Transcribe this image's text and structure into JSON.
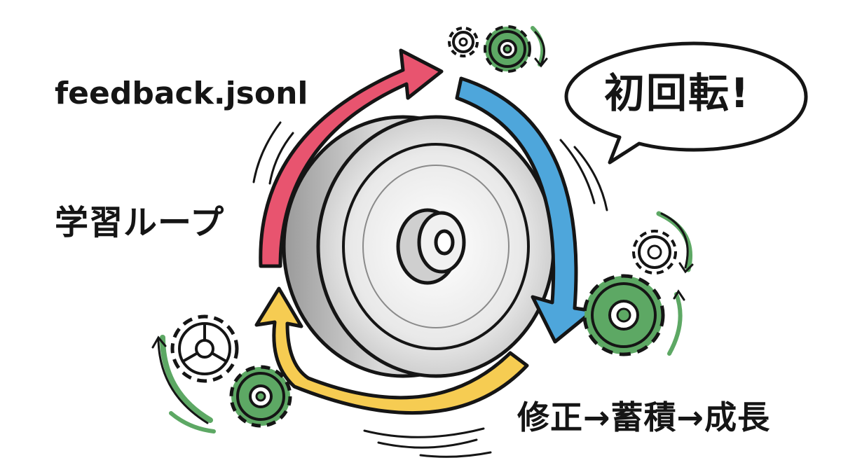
{
  "labels": {
    "file_name": "feedback.jsonl",
    "loop_title": "学習ループ",
    "cycle_steps": "修正→蓄積→成長",
    "speech_bubble": "初回転!"
  },
  "colors": {
    "arrow_top": "#e8546f",
    "arrow_right": "#4ea6db",
    "arrow_bottom": "#f6cc52",
    "gear_green": "#5da864",
    "gear_white": "#ffffff",
    "ink": "#151515",
    "wheel_grey": "#b9b9b9"
  },
  "icons": {
    "gear": "gear-icon",
    "wheel": "flywheel-icon",
    "arrow": "curved-arrow-icon",
    "bubble": "speech-bubble-icon"
  }
}
